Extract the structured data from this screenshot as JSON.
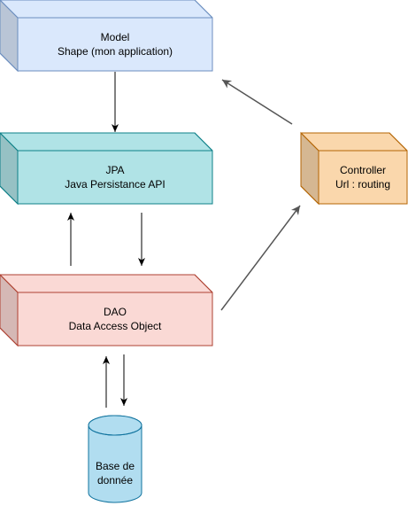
{
  "nodes": {
    "model": {
      "line1": "Model",
      "line2": "Shape (mon application)",
      "fill": "#dae8fc",
      "stroke": "#6c8ebf"
    },
    "jpa": {
      "line1": "JPA",
      "line2": "Java Persistance API",
      "fill": "#b0e3e6",
      "stroke": "#0e8088"
    },
    "dao": {
      "line1": "DAO",
      "line2": "Data Access Object",
      "fill": "#fad9d5",
      "stroke": "#ae4132"
    },
    "controller": {
      "line1": "Controller",
      "line2": "Url : routing",
      "fill": "#fad7ac",
      "stroke": "#b46504"
    },
    "database": {
      "line1": "Base de",
      "line2": "donnée",
      "fill": "#b1ddf0",
      "stroke": "#10739e"
    }
  },
  "edge_colors": {
    "black": "#000000",
    "gray": "#555555"
  }
}
